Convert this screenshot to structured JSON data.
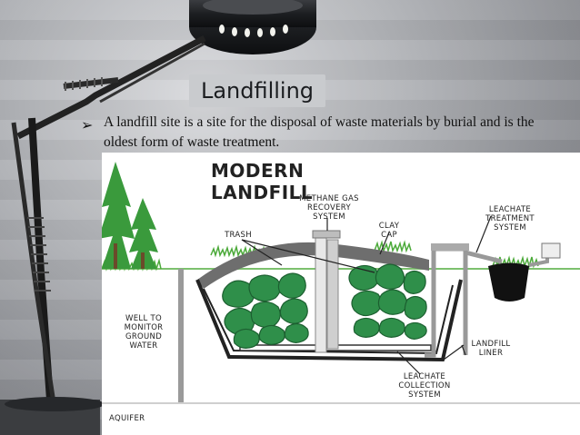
{
  "slide": {
    "title": "Landfilling",
    "bullet_marker": "➢",
    "bullet_text": "A  landfill site is a site for the disposal of  waste  materials by burial and is the oldest form of  waste treatment."
  },
  "diagram": {
    "heading": "MODERN LANDFILL",
    "labels": {
      "methane_line1": "METHANE GAS",
      "methane_line2": "RECOVERY",
      "methane_line3": "SYSTEM",
      "clay_line1": "CLAY",
      "clay_line2": "CAP",
      "trash": "TRASH",
      "leachate_treat_line1": "LEACHATE",
      "leachate_treat_line2": "TREATMENT",
      "leachate_treat_line3": "SYSTEM",
      "well_line1": "WELL TO",
      "well_line2": "MONITOR",
      "well_line3": "GROUND",
      "well_line4": "WATER",
      "liner_line1": "LANDFILL",
      "liner_line2": "LINER",
      "collect_line1": "LEACHATE",
      "collect_line2": "COLLECTION",
      "collect_line3": "SYSTEM",
      "aquifer": "AQUIFER"
    }
  },
  "colors": {
    "trash_green": "#2f8f4a",
    "trash_dark": "#1c5f30",
    "grass_green": "#4caa3a",
    "tree_green": "#3a9a3c",
    "title_box": "#c9cbce"
  }
}
